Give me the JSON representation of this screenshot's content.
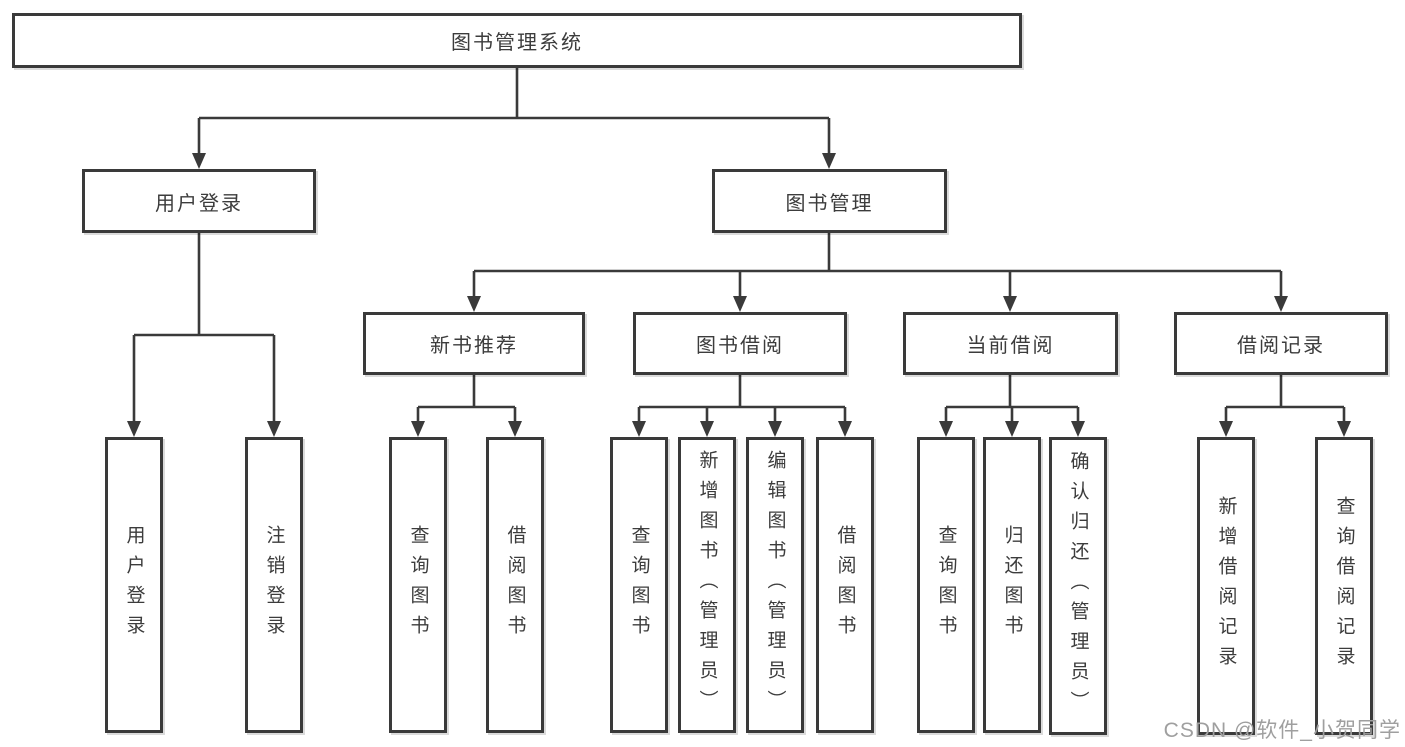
{
  "tree": {
    "label": "图书管理系统",
    "children": [
      {
        "label": "用户登录",
        "children": [
          {
            "label": "用户登录"
          },
          {
            "label": "注销登录"
          }
        ]
      },
      {
        "label": "图书管理",
        "children": [
          {
            "label": "新书推荐",
            "children": [
              {
                "label": "查询图书"
              },
              {
                "label": "借阅图书"
              }
            ]
          },
          {
            "label": "图书借阅",
            "children": [
              {
                "label": "查询图书"
              },
              {
                "label": "新增图书（管理员）"
              },
              {
                "label": "编辑图书（管理员）"
              },
              {
                "label": "借阅图书"
              }
            ]
          },
          {
            "label": "当前借阅",
            "children": [
              {
                "label": "查询图书"
              },
              {
                "label": "归还图书"
              },
              {
                "label": "确认归还（管理员）"
              }
            ]
          },
          {
            "label": "借阅记录",
            "children": [
              {
                "label": "新增借阅记录"
              },
              {
                "label": "查询借阅记录"
              }
            ]
          }
        ]
      }
    ]
  },
  "watermark": {
    "text": "CSDN @软件_小贺同学"
  },
  "colors": {
    "line": "#3a3a3a",
    "text": "#3c3c3c",
    "bg": "#ffffff",
    "watermark": "#9f9f9f"
  }
}
